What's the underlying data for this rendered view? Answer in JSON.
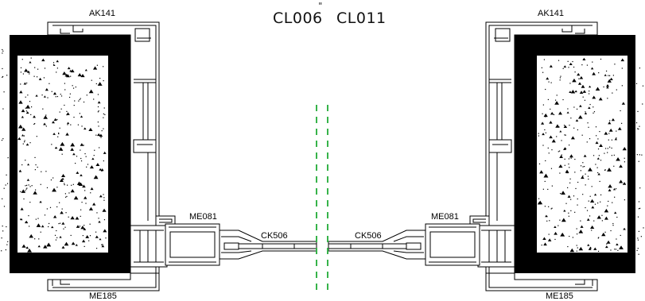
{
  "title": {
    "left": "CL006",
    "right": "CL011",
    "mark": "\""
  },
  "labels": {
    "top_left": "AK141",
    "top_right": "AK141",
    "bottom_left": "ME185",
    "bottom_right": "ME185",
    "mid_left": "ME081",
    "mid_right": "ME081",
    "glass_left": "CK506",
    "glass_right": "CK506"
  },
  "colors": {
    "axis_line": "#37b34a",
    "wall": "#000000",
    "outline": "#000000"
  }
}
